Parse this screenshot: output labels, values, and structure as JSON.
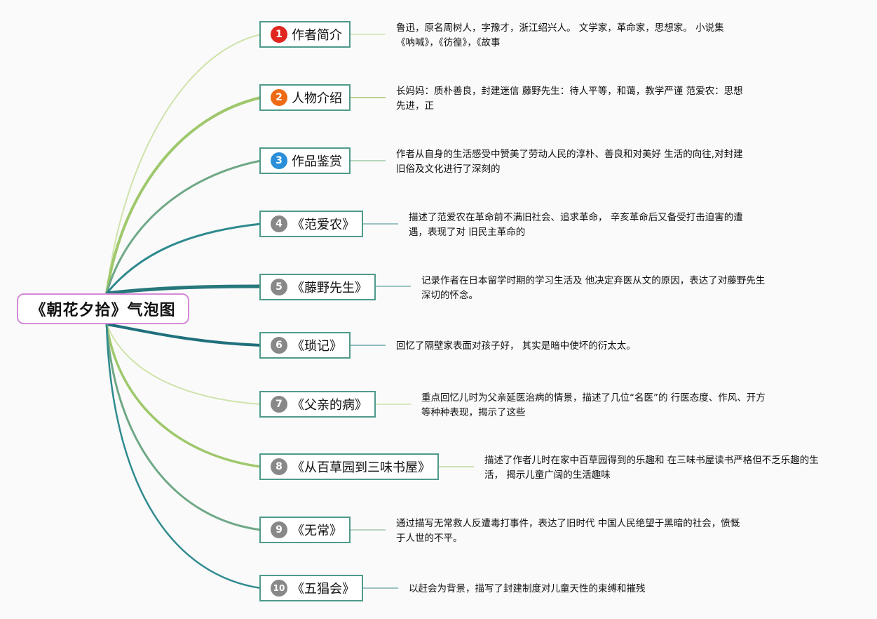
{
  "root": {
    "title": "《朝花夕拾》气泡图"
  },
  "colors": {
    "root_border": "#d58ad6",
    "node_border": "#4f9a8c",
    "badge_red": "#e0261f",
    "badge_orange": "#ee6a14",
    "badge_blue": "#2a8fd8",
    "badge_gray": "#888888"
  },
  "branches": [
    {
      "num": "1",
      "badge": "red-circle-1",
      "label": "作者简介",
      "desc": "鲁迅，原名周树人，字豫才，浙江绍兴人。 文学家，革命家，思想家。 小说集《呐喊》，《彷徨》，《故事"
    },
    {
      "num": "2",
      "badge": "orange-circle-2",
      "label": "人物介绍",
      "desc": "长妈妈：质朴善良，封建迷信 藤野先生：待人平等，和蔼，教学严谨 范爱农：思想先进，正"
    },
    {
      "num": "3",
      "badge": "blue-circle-3",
      "label": "作品鉴赏",
      "desc": "作者从自身的生活感受中赞美了劳动人民的淳朴、善良和对美好 生活的向往,对封建旧俗及文化进行了深刻的"
    },
    {
      "num": "4",
      "badge": "gray-circle-4",
      "label": "《范爱农》",
      "desc": "描述了范爱农在革命前不满旧社会、追求革命， 辛亥革命后又备受打击迫害的遭遇，表现了对 旧民主革命的"
    },
    {
      "num": "5",
      "badge": "gray-circle-5",
      "label": "《藤野先生》",
      "desc": "记录作者在日本留学时期的学习生活及 他决定弃医从文的原因，表达了对藤野先生 深切的怀念。"
    },
    {
      "num": "6",
      "badge": "gray-circle-6",
      "label": "《琐记》",
      "desc": "回忆了隔壁家表面对孩子好， 其实是暗中使坏的衍太太。"
    },
    {
      "num": "7",
      "badge": "gray-circle-7",
      "label": "《父亲的病》",
      "desc": "重点回忆儿时为父亲延医治病的情景，描述了几位“名医”的 行医态度、作风、开方等种种表现，揭示了这些"
    },
    {
      "num": "8",
      "badge": "gray-circle-8",
      "label": "《从百草园到三味书屋》",
      "desc": "描述了作者儿时在家中百草园得到的乐趣和 在三味书屋读书严格但不乏乐趣的生活， 揭示儿童广阔的生活趣味"
    },
    {
      "num": "9",
      "badge": "gray-circle-9",
      "label": "《无常》",
      "desc": "通过描写无常救人反遭毒打事件，表达了旧时代 中国人民绝望于黑暗的社会，愤慨于人世的不平。"
    },
    {
      "num": "10",
      "badge": "gray-circle-10",
      "label": "《五猖会》",
      "desc": "以赶会为背景，描写了封建制度对儿童天性的束缚和摧残"
    }
  ]
}
